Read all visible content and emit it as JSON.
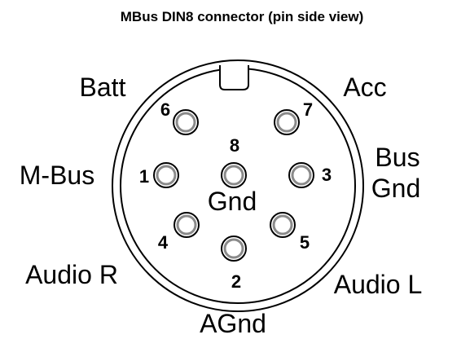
{
  "title": "MBus DIN8 connector (pin side view)",
  "pins": [
    {
      "number": "1",
      "signal": "M-Bus"
    },
    {
      "number": "2",
      "signal": "AGnd"
    },
    {
      "number": "3",
      "signal": "Bus Gnd"
    },
    {
      "number": "4",
      "signal": "Audio R"
    },
    {
      "number": "5",
      "signal": "Audio L"
    },
    {
      "number": "6",
      "signal": "Batt"
    },
    {
      "number": "7",
      "signal": "Acc"
    },
    {
      "number": "8",
      "signal": "Gnd"
    }
  ],
  "labels": {
    "batt": "Batt",
    "acc": "Acc",
    "m_bus": "M-Bus",
    "bus": "Bus",
    "gnd_right": "Gnd",
    "gnd_center": "Gnd",
    "audio_r": "Audio R",
    "audio_l": "Audio L",
    "agnd": "AGnd"
  }
}
